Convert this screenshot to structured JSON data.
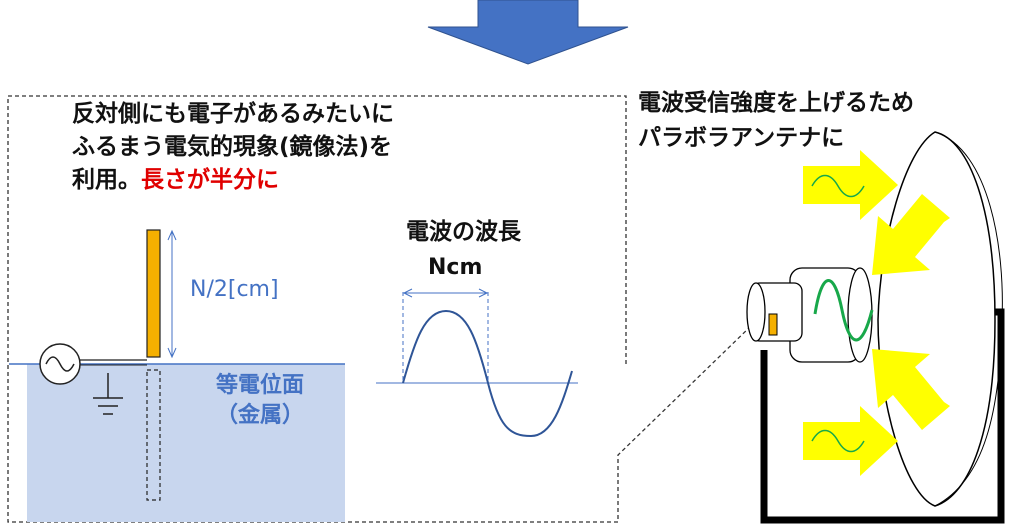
{
  "lead_text": {
    "line1": "反対側にも電子があるみたいに",
    "line2": "ふるまう電気的現象(鏡像法)を",
    "line3_prefix": "利用。",
    "line3_emphasis": "長さが半分に"
  },
  "antenna_label": "N/2[cm]",
  "ground_plane": {
    "line1": "等電位面",
    "line2": "（金属）"
  },
  "wavelength": {
    "title": "電波の波長",
    "length_label": "Ncm"
  },
  "parabola": {
    "line1": "電波受信強度を上げるため",
    "line2": "パラボラアンテナに"
  },
  "colors": {
    "arrow_blue": "#4472c4",
    "antenna_orange": "#f5b000",
    "ground_fill": "#c8d6ee",
    "wave_blue": "#2f5597",
    "wave_green": "#18a84a",
    "highlight_yellow": "#ffff00",
    "emphasis_red": "#e00000"
  }
}
